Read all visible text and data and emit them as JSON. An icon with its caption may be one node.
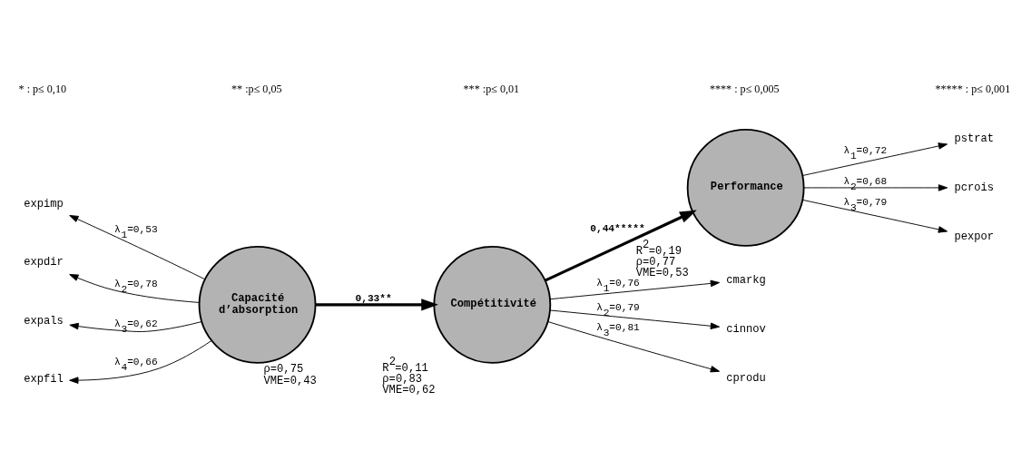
{
  "diagram": {
    "nodes": [
      {
        "text": [
          "Capacité d’absorption"
        ],
        "beside": [
          "ρ=0,75",
          "VME=0,43"
        ]
      },
      {
        "text": [
          "Compétitivité"
        ],
        "beside": [
          "R$^{2}$=0,11",
          "ρ=0,83",
          "VME=0,62"
        ]
      },
      {
        "text": [
          "Performance"
        ],
        "beside": [
          "R$^{2}$=0,19",
          "ρ=0,77",
          "VME=0,53"
        ]
      },
      {
        "text": [
          "expimp"
        ]
      },
      {
        "text": [
          "expdir"
        ]
      },
      {
        "text": [
          "expals"
        ]
      },
      {
        "text": [
          "expfil"
        ]
      },
      {
        "text": [
          "cmarkg"
        ]
      },
      {
        "text": [
          "cinnov"
        ]
      },
      {
        "text": [
          "cprodu"
        ]
      },
      {
        "text": [
          "pstrat"
        ]
      },
      {
        "text": [
          "pcrois"
        ]
      },
      {
        "text": [
          "pexpor"
        ]
      }
    ],
    "edges": [
      {
        "from": 0,
        "to": 3,
        "arrow": "to",
        "label": "λ$_{1}$=0,53"
      },
      {
        "from": 0,
        "to": 4,
        "arrow": "to",
        "label": "λ$_{2}$=0,78"
      },
      {
        "from": 0,
        "to": 5,
        "arrow": "to",
        "label": "λ$_{3}$=0,62"
      },
      {
        "from": 0,
        "to": 6,
        "arrow": "to",
        "label": "λ$_{4}$=0,66"
      },
      {
        "from": 1,
        "to": 7,
        "arrow": "to",
        "label": "λ$_{1}$=0,76"
      },
      {
        "from": 1,
        "to": 8,
        "arrow": "to",
        "label": "λ$_{2}$=0,79"
      },
      {
        "from": 1,
        "to": 9,
        "arrow": "to",
        "label": "λ$_{3}$=0,81"
      },
      {
        "from": 0,
        "to": 1,
        "arrow": "to",
        "label": "0,33**",
        "style": "thick"
      },
      {
        "from": 1,
        "to": 2,
        "arrow": "to",
        "label": "0,44*****",
        "style": "thick"
      },
      {
        "from": 2,
        "to": 10,
        "arrow": "to",
        "label": "λ$_{1}$=0,72"
      },
      {
        "from": 2,
        "to": 11,
        "arrow": "to",
        "label": "λ$_{2}$=0,68"
      },
      {
        "from": 2,
        "to": 12,
        "arrow": "to",
        "label": "λ$_{3}$=0,79"
      }
    ],
    "labels": [
      "* : p≤ 0,10",
      "** :p≤ 0,05",
      "*** :p≤ 0,01",
      "**** : p≤ 0,005",
      "***** : p≤ 0,001"
    ]
  }
}
